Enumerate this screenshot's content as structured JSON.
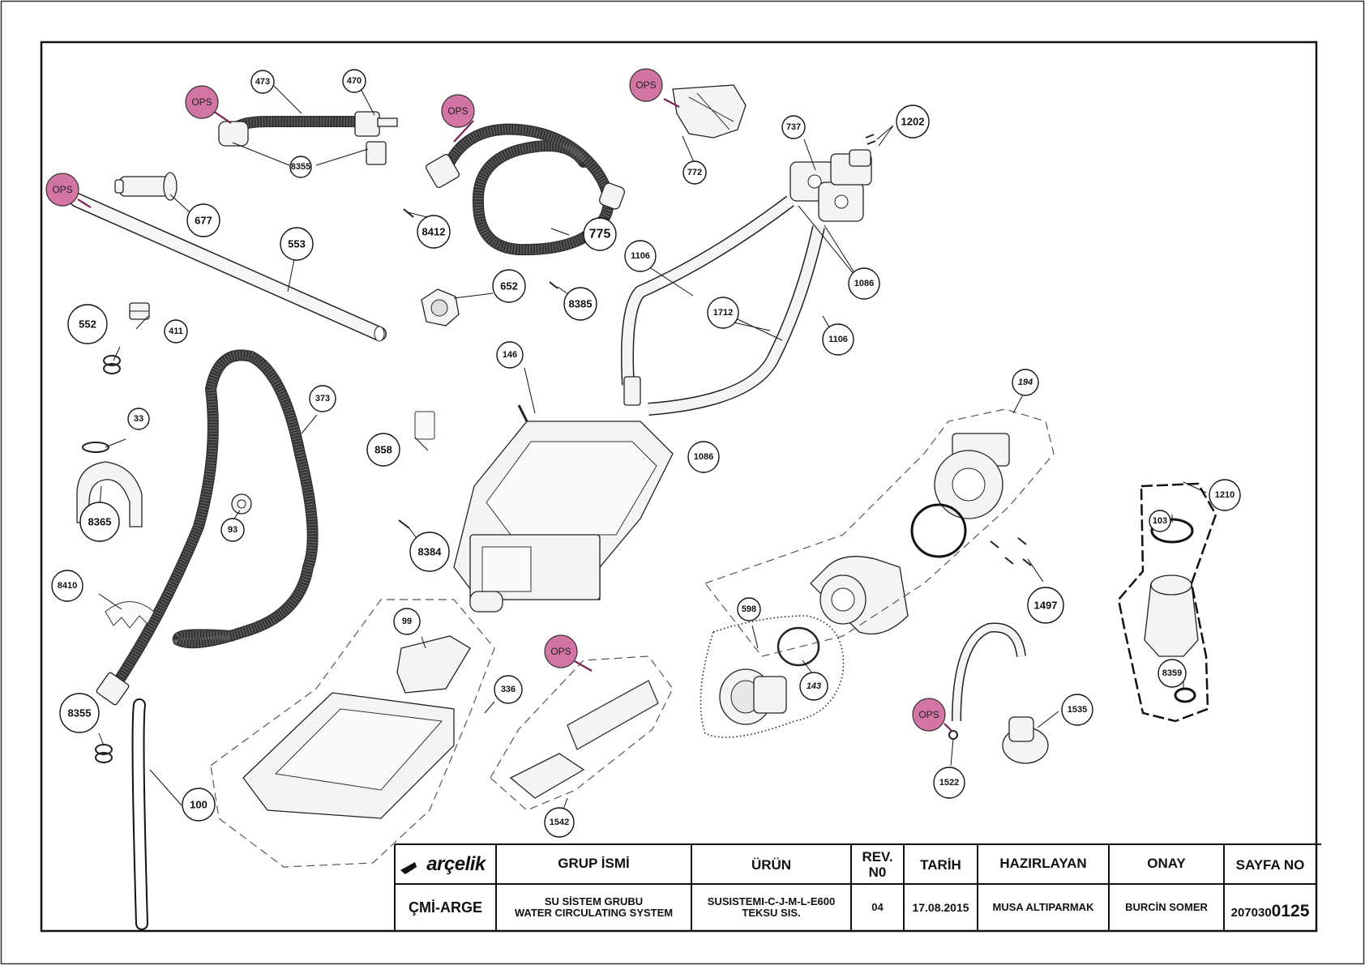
{
  "callouts": {
    "c473": "473",
    "c470": "470",
    "c8355a": "8355",
    "c677": "677",
    "c553": "553",
    "c8412": "8412",
    "c775": "775",
    "c652": "652",
    "c8385": "8385",
    "c772": "772",
    "c737": "737",
    "c1202": "1202",
    "c1106a": "1106",
    "c1086a": "1086",
    "c1712": "1712",
    "c1106b": "1106",
    "c1086b": "1086",
    "c552": "552",
    "c411": "411",
    "c146": "146",
    "c373": "373",
    "c33": "33",
    "c858": "858",
    "c8365": "8365",
    "c93": "93",
    "c8384": "8384",
    "c194": "194",
    "c1210": "1210",
    "c103": "103",
    "c8410": "8410",
    "c99": "99",
    "c336": "336",
    "c598": "598",
    "c143": "143",
    "c1497": "1497",
    "c8359": "8359",
    "c8355b": "8355",
    "c1535": "1535",
    "c1522": "1522",
    "c100": "100",
    "c1542": "1542"
  },
  "ops_label": "OPS",
  "title_block": {
    "logo": "arçelik",
    "h_group": "GRUP İSMİ",
    "h_product": "ÜRÜN",
    "h_rev_1": "REV.",
    "h_rev_2": "N0",
    "h_date": "TARİH",
    "h_prepared": "HAZIRLAYAN",
    "h_approval": "ONAY",
    "h_page": "SAYFA NO",
    "dept": "ÇMİ-ARGE",
    "group_1": "SU SİSTEM GRUBU",
    "group_2": "WATER CIRCULATING SYSTEM",
    "product_1": "SUSISTEMI-C-J-M-L-E600",
    "product_2": "TEKSU SIS.",
    "rev": "04",
    "date": "17.08.2015",
    "prepared": "MUSA ALTIPARMAK",
    "approval": "BURCİN SOMER",
    "page_prefix": "207030",
    "page_suffix": "0125"
  },
  "colors": {
    "ops_fill": "#d274a4",
    "line": "#111111"
  }
}
